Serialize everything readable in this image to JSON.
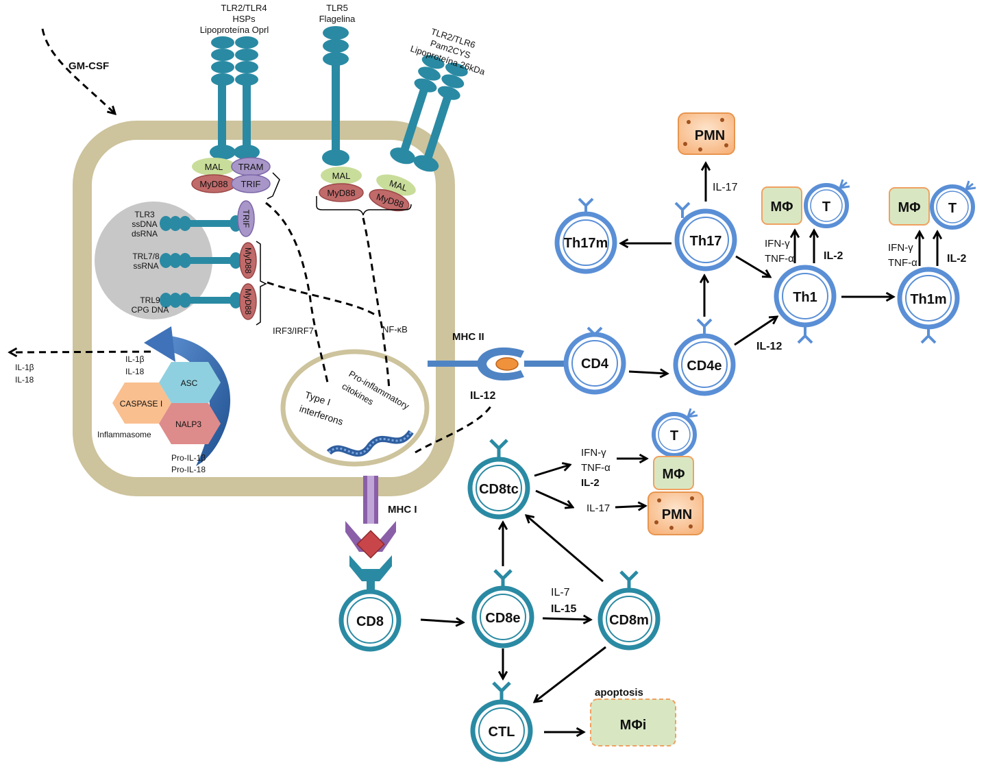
{
  "receptors": {
    "tlr24": [
      "TLR2/TLR4",
      "HSPs",
      "Lipoproteína Oprl"
    ],
    "tlr5": [
      "TLR5",
      "Flagelina"
    ],
    "tlr26": [
      "TLR2/TLR6",
      "Pam2CYS",
      "Lipoproteína 26kDa"
    ]
  },
  "gmcsf": "GM-CSF",
  "adaptors": {
    "mal": "MAL",
    "tram": "TRAM",
    "myd88": "MyD88",
    "trif": "TRIF"
  },
  "endosome": {
    "tlr3": [
      "TLR3",
      "ssDNA",
      "dsRNA"
    ],
    "tlr78": [
      "TRL7/8",
      "ssRNA"
    ],
    "tlr9": [
      "TRL9",
      "CPG DNA"
    ]
  },
  "signals": {
    "irf": "IRF3/IRF7",
    "nfkb": "NF-κB"
  },
  "nucleus": {
    "type1": [
      "Type I",
      "interferons"
    ],
    "proinf": [
      "Pro-inflammatory",
      "citokines"
    ]
  },
  "inflammasome": {
    "asc": "ASC",
    "caspase": "CASPASE I",
    "nalp3": "NALP3",
    "label": "Inflammasome",
    "il1b_in": "IL-1β",
    "il18_in": "IL-18",
    "il1b_out": "IL-1β",
    "il18_out": "IL-18",
    "pro_il1b": "Pro-IL-1β",
    "pro_il18": "Pro-IL-18"
  },
  "mhc": {
    "mhc2": "MHC II",
    "mhc1": "MHC I",
    "il12_dc": "IL-12"
  },
  "cells": {
    "cd4": "CD4",
    "cd4e": "CD4e",
    "th17": "Th17",
    "th17m": "Th17m",
    "th1": "Th1",
    "th1m": "Th1m",
    "cd8": "CD8",
    "cd8e": "CD8e",
    "cd8m": "CD8m",
    "cd8tc": "CD8tc",
    "ctl": "CTL",
    "t": "T"
  },
  "effectors": {
    "pmn": "PMN",
    "mphi": "MΦ",
    "mphii": "MΦi",
    "apoptosis": "apoptosis"
  },
  "cytokines": {
    "il17": "IL-17",
    "ifng": "IFN-γ",
    "tnfa": "TNF-α",
    "il2": "IL-2",
    "il12": "IL-12",
    "il7": "IL-7",
    "il15": "IL-15"
  }
}
